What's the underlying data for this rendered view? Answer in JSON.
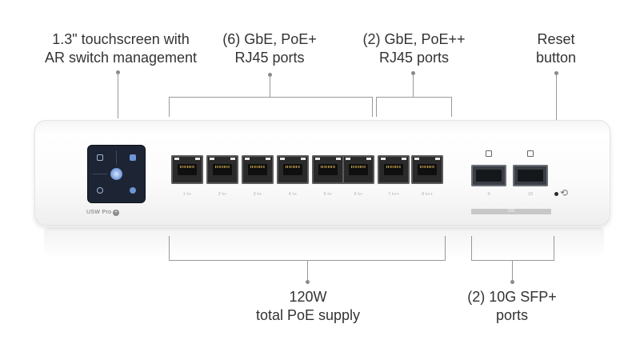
{
  "callouts": {
    "touchscreen": [
      "1.3\" touchscreen with",
      "AR switch management"
    ],
    "poe_plus": [
      "(6) GbE, PoE+",
      "RJ45 ports"
    ],
    "poe_plus_plus": [
      "(2) GbE, PoE++",
      "RJ45 ports"
    ],
    "reset": [
      "Reset",
      "button"
    ],
    "poe_supply": [
      "120W",
      "total PoE supply"
    ],
    "sfp_ports": [
      "(2) 10G SFP+",
      "ports"
    ]
  },
  "device": {
    "model": "USW Pro",
    "rj45_port_labels": [
      "1 ϟ+",
      "2 ϟ+",
      "3 ϟ+",
      "4 ϟ+",
      "5 ϟ+",
      "6 ϟ+",
      "7 ϟ++",
      "8 ϟ++"
    ],
    "sfp_port_labels": [
      "9",
      "10"
    ],
    "sfp_group_label": "10G",
    "reset_symbol": "⟲"
  },
  "icons": [
    "display-icon",
    "reset-icon",
    "settings-icon",
    "info-icon"
  ],
  "colors": {
    "chassis": "#f7f7f7",
    "screen": "#1d2433",
    "port": "#2a2a2a",
    "callout_line": "#9a9a9a"
  }
}
